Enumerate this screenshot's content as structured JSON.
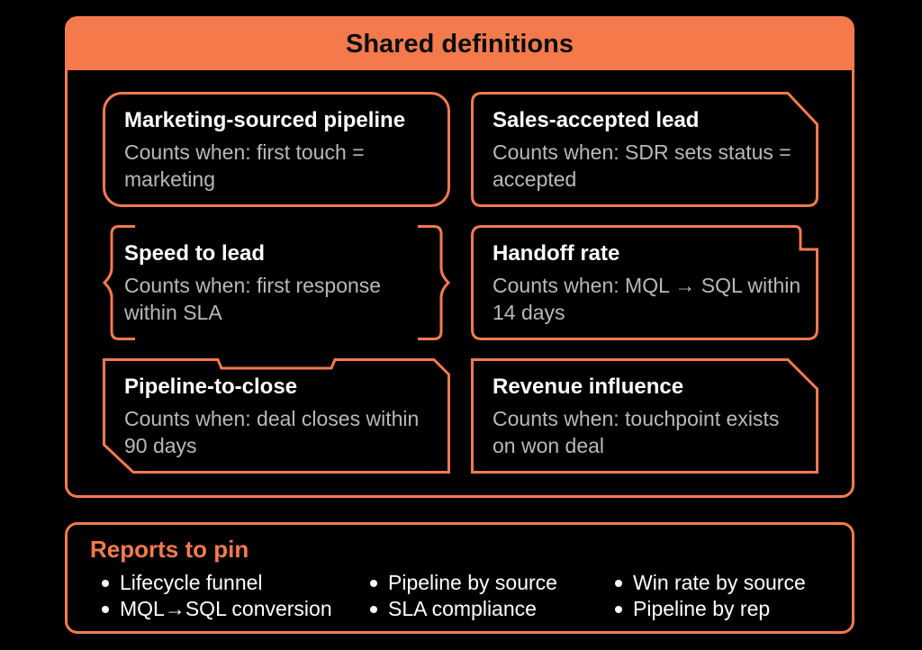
{
  "panel": {
    "title": "Shared definitions"
  },
  "cards": [
    {
      "title": "Marketing-sourced pipeline",
      "desc": "Counts when: first touch = marketing"
    },
    {
      "title": "Sales-accepted lead",
      "desc": "Counts when: SDR sets status = accepted"
    },
    {
      "title": "Speed to lead",
      "desc": "Counts when: first response within SLA"
    },
    {
      "title": "Handoff rate",
      "desc": "Counts when: MQL → SQL within 14 days"
    },
    {
      "title": "Pipeline-to-close",
      "desc": "Counts when: deal closes within 90 days"
    },
    {
      "title": "Revenue influence",
      "desc": "Counts when: touchpoint exists on won deal"
    }
  ],
  "reports": {
    "title": "Reports to pin",
    "columns": [
      [
        "Lifecycle funnel",
        "MQL→SQL conversion"
      ],
      [
        "Pipeline by source",
        "SLA compliance"
      ],
      [
        "Win rate by source",
        "Pipeline by rep"
      ]
    ]
  },
  "colors": {
    "accent": "#f47a4c",
    "background": "#000000",
    "muted_text": "#b9b9b9"
  }
}
